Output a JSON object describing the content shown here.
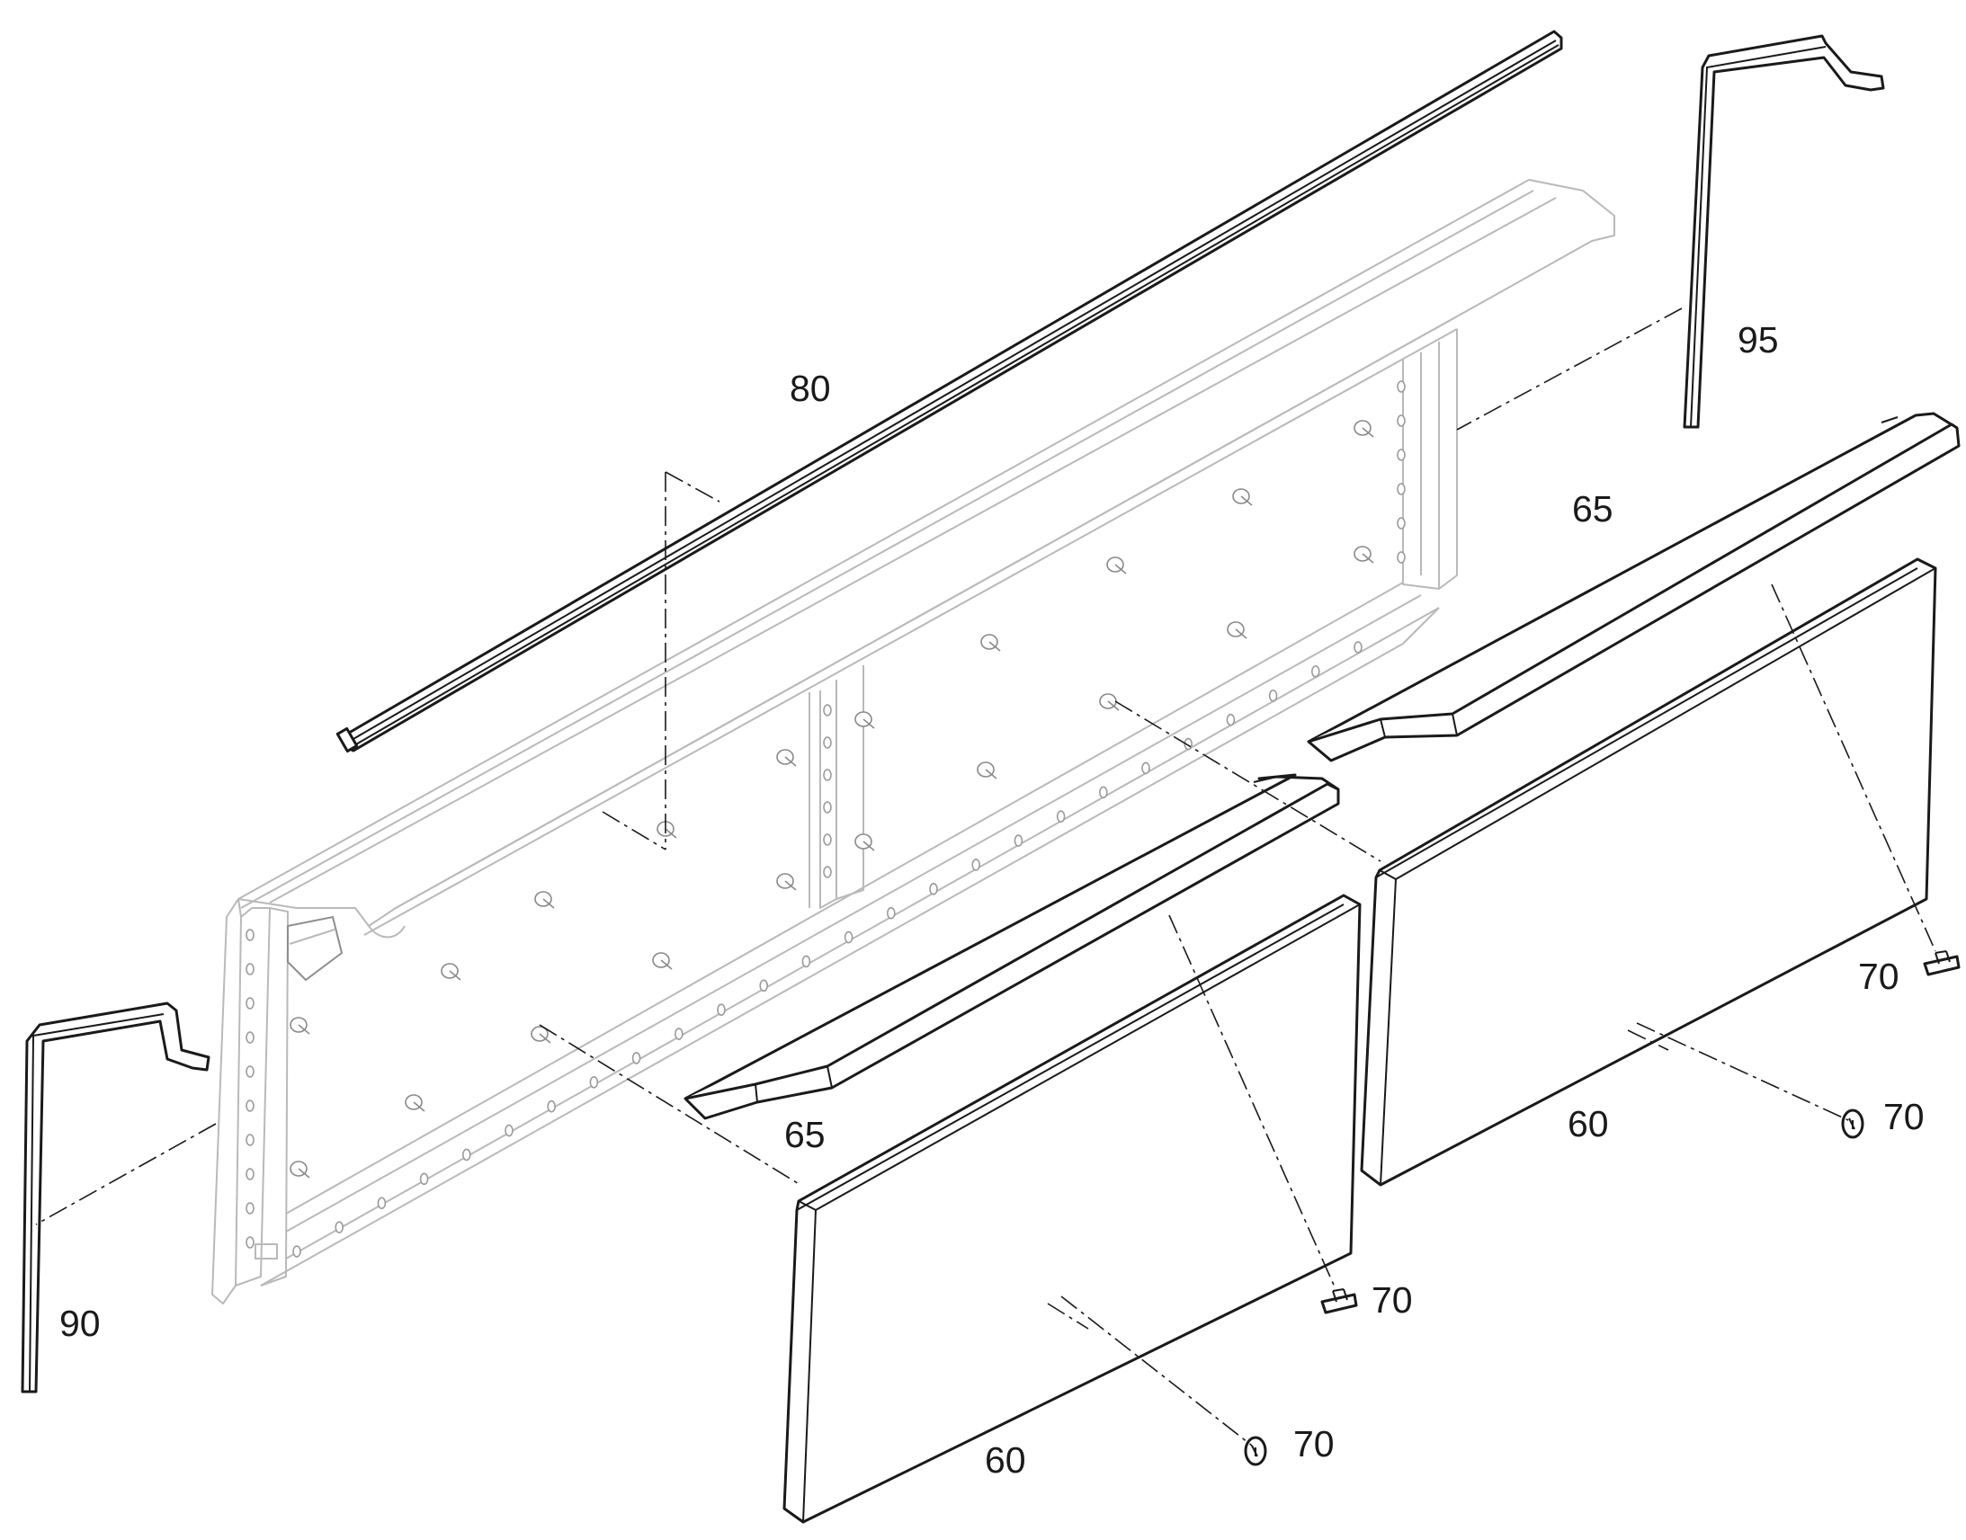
{
  "diagram": {
    "callouts": {
      "p60a": "60",
      "p60b": "60",
      "p65a": "65",
      "p65b": "65",
      "p70a": "70",
      "p70b": "70",
      "p70c": "70",
      "p70d": "70",
      "p80": "80",
      "p90": "90",
      "p95": "95"
    },
    "colors": {
      "ink": "#1a1a1a",
      "frame_gray": "#b9b9b9",
      "background": "#ffffff"
    }
  }
}
